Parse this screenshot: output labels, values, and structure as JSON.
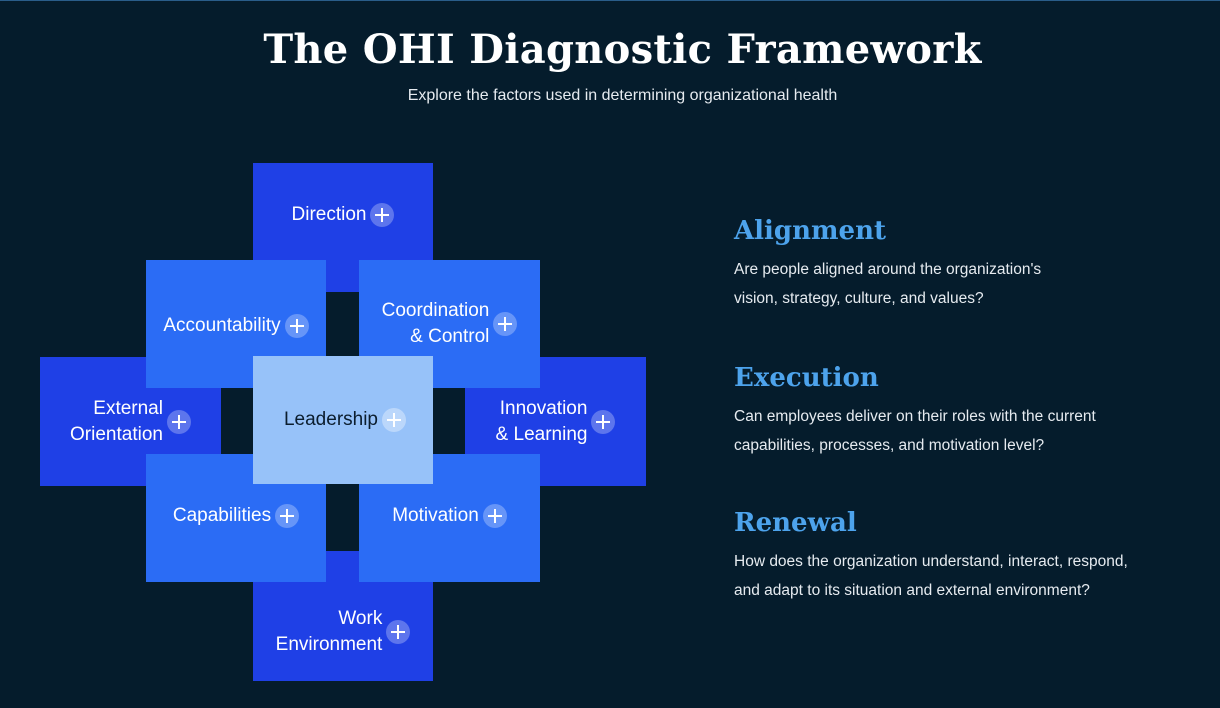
{
  "header": {
    "title": "The OHI Diagnostic Framework",
    "subtitle": "Explore the factors used in determining organizational health"
  },
  "colors": {
    "background": "#051C2C",
    "tile_dark": "#1F40E6",
    "tile_mid": "#2B6CF5",
    "tile_center": "#97C2F9",
    "heading_accent": "#4DA3EC"
  },
  "framework": {
    "tiles": [
      {
        "id": "direction",
        "line1": "Direction",
        "line2": ""
      },
      {
        "id": "accountability",
        "line1": "Accountability",
        "line2": ""
      },
      {
        "id": "coordination",
        "line1": "Coordination",
        "line2": "& Control"
      },
      {
        "id": "external",
        "line1": "External",
        "line2": "Orientation"
      },
      {
        "id": "leadership",
        "line1": "Leadership",
        "line2": ""
      },
      {
        "id": "innovation",
        "line1": "Innovation",
        "line2": "& Learning"
      },
      {
        "id": "capabilities",
        "line1": "Capabilities",
        "line2": ""
      },
      {
        "id": "motivation",
        "line1": "Motivation",
        "line2": ""
      },
      {
        "id": "work",
        "line1": "Work",
        "line2": "Environment"
      }
    ],
    "expand_icon": "plus-circle-icon"
  },
  "descriptions": [
    {
      "heading": "Alignment",
      "line1": "Are people aligned around the organization's",
      "line2": "vision, strategy, culture, and values?"
    },
    {
      "heading": "Execution",
      "line1": "Can employees deliver on their roles with the current",
      "line2": "capabilities, processes, and motivation level?"
    },
    {
      "heading": "Renewal",
      "line1": "How does the organization understand, interact, respond,",
      "line2": "and adapt to its situation and external environment?"
    }
  ]
}
